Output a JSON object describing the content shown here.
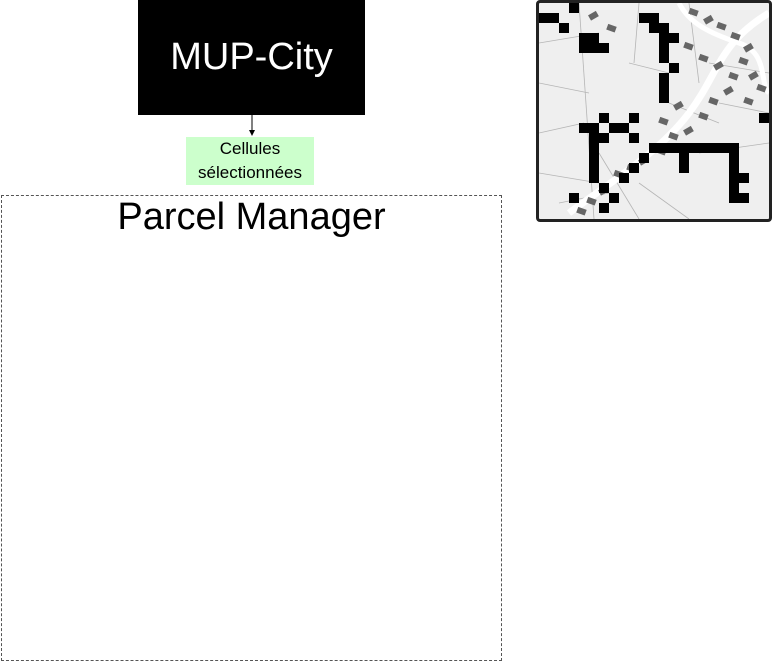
{
  "diagram": {
    "source_block": {
      "label": "MUP-City"
    },
    "output_label": {
      "line1": "Cellules",
      "line2": "sélectionnées"
    },
    "container": {
      "title": "Parcel Manager"
    },
    "colors": {
      "source_fill": "#000000",
      "source_text": "#ffffff",
      "output_fill": "#ccffcc",
      "container_border": "#555555",
      "map_background": "#efefef",
      "selected_cell": "#000000",
      "building": "#666666",
      "road": "#ffffff"
    }
  }
}
